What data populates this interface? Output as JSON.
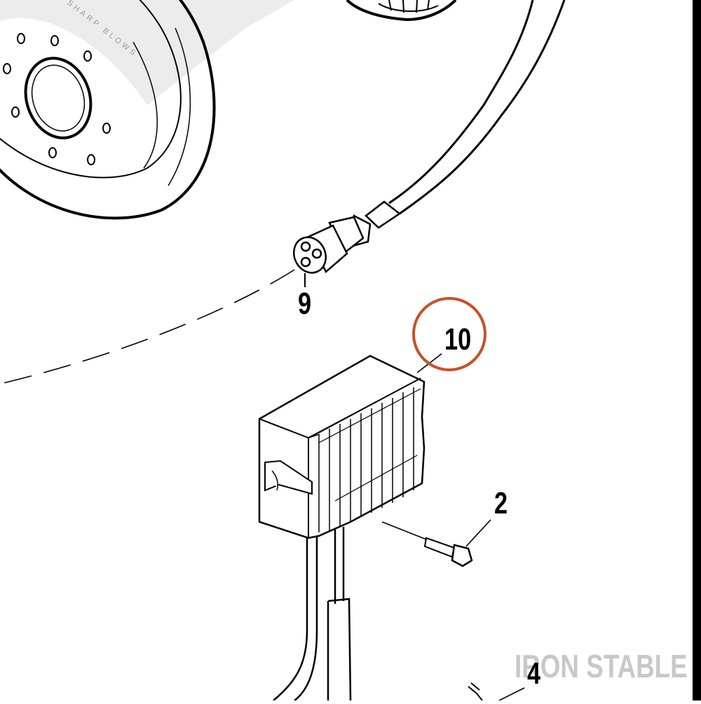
{
  "diagram": {
    "callouts": {
      "part_9": "9",
      "part_10": "10",
      "part_2": "2",
      "part_4": "4"
    },
    "highlight_color": "#c8502a",
    "line_color": "#000000"
  },
  "watermarks": {
    "bottom": "IRON STABLE",
    "top_arc": "SHARP BLOWS"
  }
}
